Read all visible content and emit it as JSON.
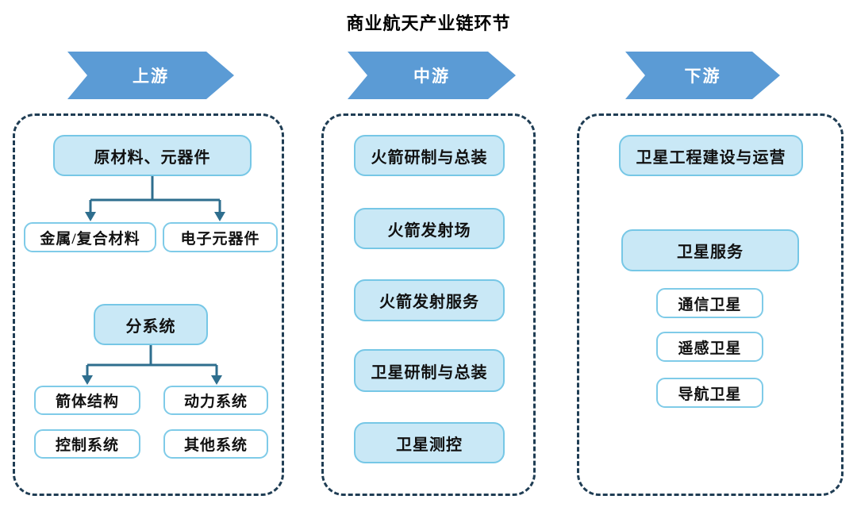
{
  "title": "商业航天产业链环节",
  "banners": {
    "upstream": "上游",
    "midstream": "中游",
    "downstream": "下游"
  },
  "upstream": {
    "materials": {
      "parent": "原材料、元器件",
      "children": [
        "金属/复合材料",
        "电子元器件"
      ]
    },
    "subsystems": {
      "parent": "分系统",
      "children": [
        "箭体结构",
        "动力系统",
        "控制系统",
        "其他系统"
      ]
    }
  },
  "midstream": {
    "items": [
      "火箭研制与总装",
      "火箭发射场",
      "火箭发射服务",
      "卫星研制与总装",
      "卫星测控"
    ]
  },
  "downstream": {
    "construction": "卫星工程建设与运营",
    "services": "卫星服务",
    "satellites": [
      "通信卫星",
      "遥感卫星",
      "导航卫星"
    ]
  },
  "colors": {
    "banner_blue": "#5B9BD5",
    "box_fill": "#C9E8F6",
    "box_border": "#76C7E6",
    "white_box_border": "#7FCBE8",
    "connector": "#2E6E8E",
    "dashed_border": "#1F3D54"
  }
}
